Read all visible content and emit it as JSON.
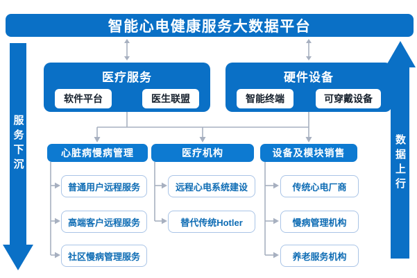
{
  "title": "智能心电健康服务大数据平台",
  "side_arrows": {
    "left": "服务下沉",
    "right": "数据上行"
  },
  "groups": [
    {
      "title": "医疗服务",
      "children": [
        "软件平台",
        "医生联盟"
      ]
    },
    {
      "title": "硬件设备",
      "children": [
        "智能终端",
        "可穿戴设备"
      ]
    }
  ],
  "columns": [
    {
      "header": "心脏病慢病管理",
      "items": [
        "普通用户远程服务",
        "高端客户远程服务",
        "社区慢病管理服务"
      ]
    },
    {
      "header": "医疗机构",
      "items": [
        "远程心电系统建设",
        "替代传统Hotler"
      ]
    },
    {
      "header": "设备及模块销售",
      "items": [
        "传统心电厂商",
        "慢病管理机构",
        "养老服务机构"
      ]
    }
  ],
  "colors": {
    "primary": "#0a70c6",
    "header": "#0d7ad1",
    "line": "#a7b0c0",
    "item-border": "#a9c4e6",
    "item-text": "#0e6cb4",
    "chip-text": "#16202c",
    "bg": "#ffffff"
  }
}
